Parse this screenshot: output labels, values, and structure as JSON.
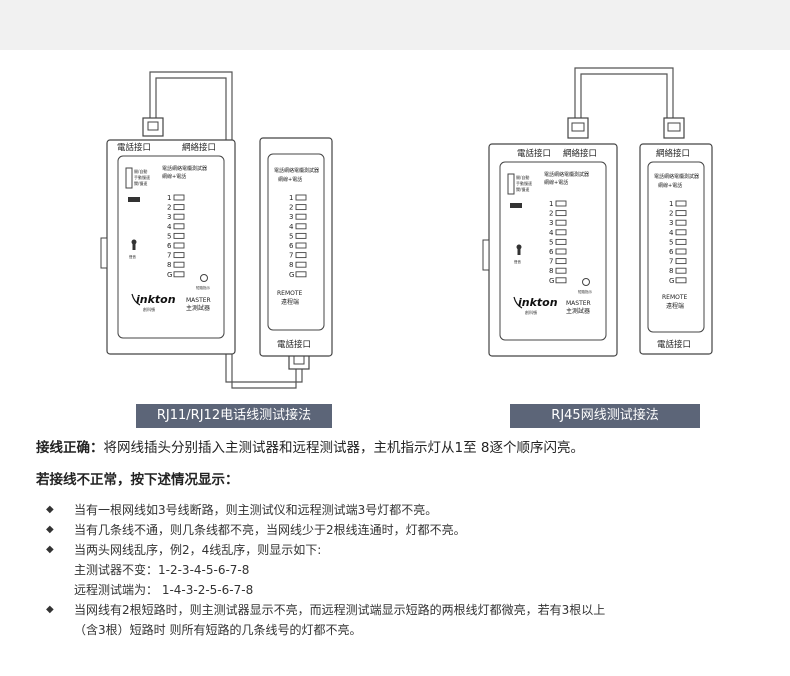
{
  "left_diagram": {
    "master": {
      "port_phone": "電話接口",
      "port_net": "網絡接口",
      "switch_labels": [
        "開/自動",
        "手動慢速",
        "關/慢速"
      ],
      "panel_title": "電話網絡電纜測試器",
      "panel_subtitle": "網線+電話",
      "leds": [
        "1",
        "2",
        "3",
        "4",
        "5",
        "6",
        "7",
        "8",
        "G"
      ],
      "led_small_label": "短路指示",
      "brand": "inkton",
      "brand_sub": "創科頓",
      "model": "MASTER",
      "model_cn": "主測試器",
      "tone_label": "聲音"
    },
    "remote": {
      "panel_title": "電話網絡電纜測試器",
      "panel_subtitle": "網線+電話",
      "leds": [
        "1",
        "2",
        "3",
        "4",
        "5",
        "6",
        "7",
        "8",
        "G"
      ],
      "model": "REMOTE",
      "model_cn": "遠程端",
      "port_phone": "電話接口"
    },
    "caption": "RJ11/RJ12电话线测试接法"
  },
  "right_diagram": {
    "master": {
      "port_phone": "電話接口",
      "port_net": "網絡接口",
      "switch_labels": [
        "開/自動",
        "手動慢速",
        "關/慢速"
      ],
      "panel_title": "電話網絡電纜測試器",
      "panel_subtitle": "網線+電話",
      "leds": [
        "1",
        "2",
        "3",
        "4",
        "5",
        "6",
        "7",
        "8",
        "G"
      ],
      "led_small_label": "短路指示",
      "brand": "inkton",
      "brand_sub": "創科頓",
      "model": "MASTER",
      "model_cn": "主測試器",
      "tone_label": "聲音"
    },
    "remote": {
      "port_net": "網絡接口",
      "panel_title": "電話網絡電纜測試器",
      "panel_subtitle": "網線+電話",
      "leds": [
        "1",
        "2",
        "3",
        "4",
        "5",
        "6",
        "7",
        "8",
        "G"
      ],
      "model": "REMOTE",
      "model_cn": "遠程端",
      "port_phone": "電話接口"
    },
    "caption": "RJ45网线测试接法"
  },
  "text": {
    "correct_label": "接线正确：",
    "correct_body": "将网线插头分别插入主测试器和远程测试器，主机指示灯从1至 8逐个顺序闪亮。",
    "abnormal_heading": "若接线不正常，按下述情况显示：",
    "bullet_symbol": "◆",
    "bullets": [
      "当有一根网线如3号线断路，则主测试仪和远程测试端3号灯都不亮。",
      "当有几条线不通，则几条线都不亮，当网线少于2根线连通时，灯都不亮。",
      "当两头网线乱序，例2，4线乱序，则显示如下:",
      "当网线有2根短路时，则主测试器显示不亮，而远程测试端显示短路的两根线灯都微亮，若有3根以上"
    ],
    "bullet3_sub": [
      "主测试器不变：1-2-3-4-5-6-7-8",
      "远程测试端为：  1-4-3-2-5-6-7-8"
    ],
    "bullet4_cont": "（含3根）短路时 则所有短路的几条线号的灯都不亮。"
  }
}
